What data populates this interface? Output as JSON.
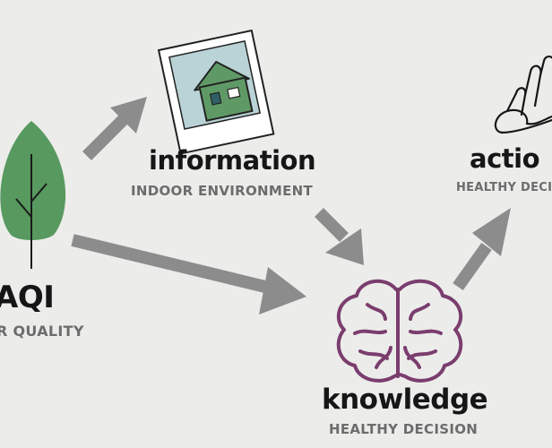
{
  "nodes": {
    "aqi": {
      "title": "AQI",
      "subtitle": "R QUALITY"
    },
    "information": {
      "title": "information",
      "subtitle": "INDOOR ENVIRONMENT"
    },
    "action": {
      "title": "actio",
      "subtitle": "HEALTHY DECIS"
    },
    "knowledge": {
      "title": "knowledge",
      "subtitle": "HEALTHY DECISION"
    }
  },
  "colors": {
    "background": "#ececea",
    "arrow": "#8c8c8c",
    "leaf": "#57995f",
    "house_wall": "#5f9a66",
    "photo_sky": "#b9d3d6",
    "brain": "#7a3d6e",
    "title_text": "#161616",
    "subtitle_text": "#6c6c6c"
  },
  "icons": [
    "leaf-icon",
    "house-photo-icon",
    "brain-icon",
    "hand-icon"
  ]
}
